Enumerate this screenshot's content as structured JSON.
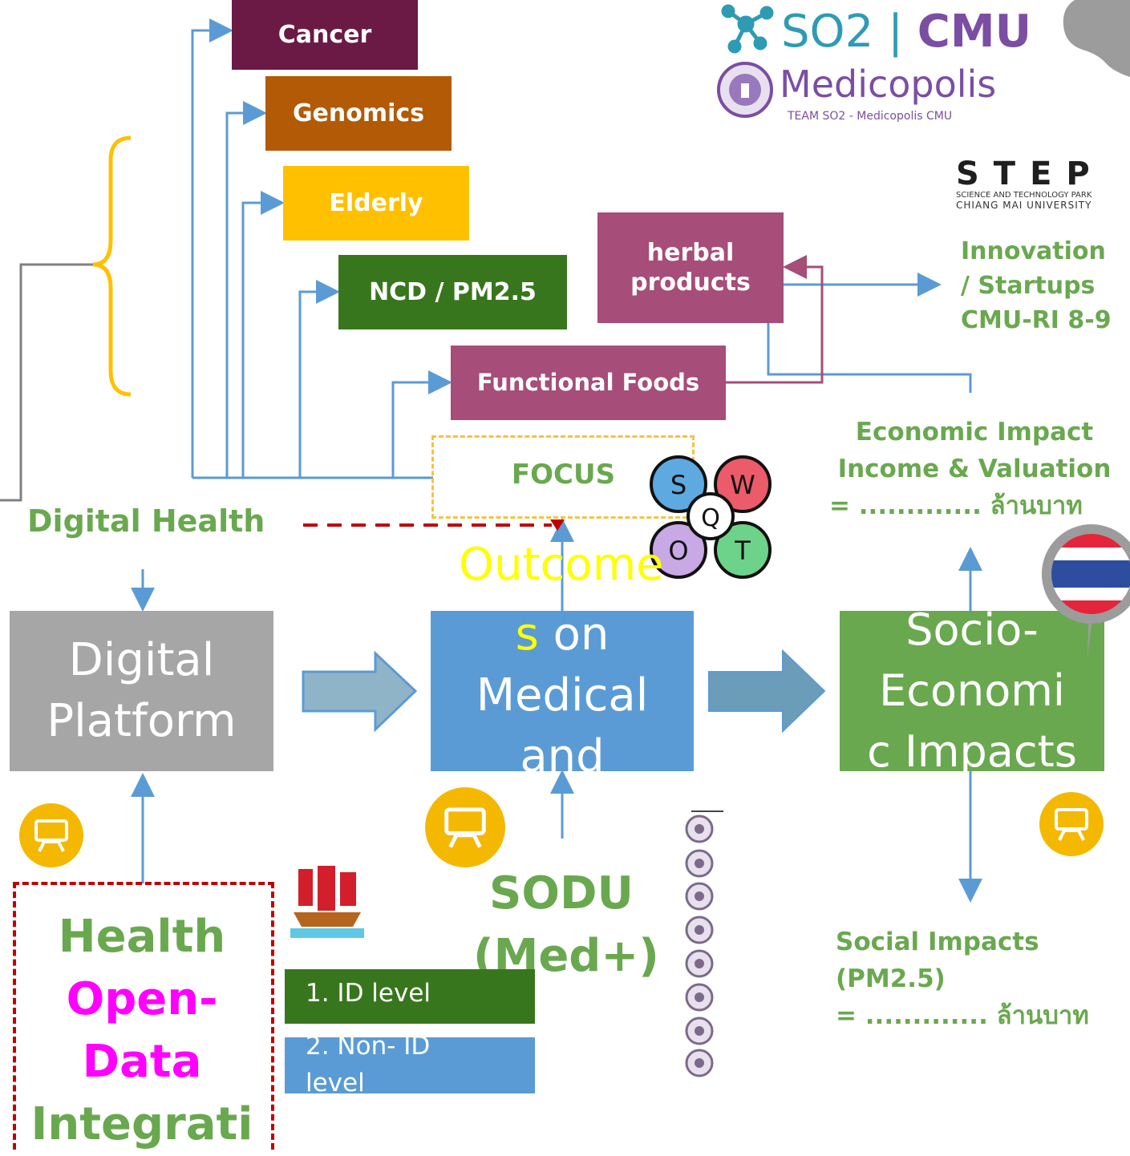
{
  "categories": [
    {
      "label": "Cancer",
      "color": "#6b1a46"
    },
    {
      "label": "Genomics",
      "color": "#b35a06"
    },
    {
      "label": "Elderly",
      "color": "#ffc000"
    },
    {
      "label": "NCD / PM2.5",
      "color": "#38761d"
    },
    {
      "label": "herbal\nproducts",
      "color": "#a64d79"
    },
    {
      "label": "Functional Foods",
      "color": "#a64d79"
    }
  ],
  "focus": {
    "label": "FOCUS"
  },
  "swot": {
    "letters": [
      "S",
      "W",
      "O",
      "T"
    ],
    "center": "Q"
  },
  "logos": {
    "so2_a": "SO2",
    "so2_sep": "|",
    "so2_b": "CMU",
    "medicopolis": "Medicopolis",
    "team": "TEAM SO2 - Medicopolis CMU",
    "step": "STEP",
    "step_sub1": "SCIENCE AND TECHNOLOGY PARK",
    "step_sub2": "CHIANG MAI UNIVERSITY"
  },
  "innovation": {
    "line1": "Innovation",
    "line2": "/ Startups",
    "line3": "CMU-RI 8-9"
  },
  "economic": {
    "title": "Economic Impact",
    "line2": "Income & Valuation",
    "line3": "= ............. ล้านบาท"
  },
  "digital_health": "Digital Health",
  "outcome_overlay": "Outcome",
  "main_boxes": {
    "platform": "Digital\nPlatform",
    "medical_s": "s",
    "medical_rest": " on\nMedical\nand",
    "socio": "Socio-\nEconomi\nc Impacts"
  },
  "sodu": {
    "line1": "SODU",
    "line2": "(Med+)"
  },
  "health": {
    "line1": "Health",
    "line2": "Open-",
    "line3": "Data",
    "line4": "Integrati"
  },
  "levels": {
    "id": "1. ID level",
    "non_id": "2. Non- ID\nlevel"
  },
  "social": {
    "line1": "Social Impacts",
    "line2": "(PM2.5)",
    "line3": "= ............. ล้านบาท"
  },
  "colors": {
    "blue_line": "#5b9bd5",
    "platform_grey": "#a6a6a6",
    "medical_blue": "#5b9bd5",
    "socio_green": "#6aa84f",
    "text_green": "#6aa84f",
    "magenta": "#ff00ff",
    "yellow": "#ffff00",
    "dash_red": "#c00000",
    "icon_yellow": "#f5b800",
    "id_green": "#38761d"
  }
}
